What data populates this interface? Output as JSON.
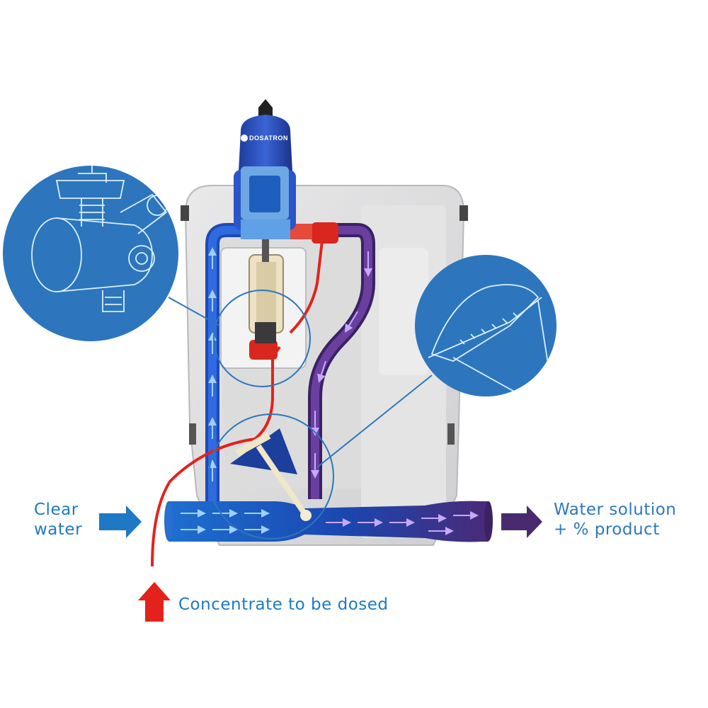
{
  "labels": {
    "inlet_line1": "Clear",
    "inlet_line2": "water",
    "outlet_line1": "Water solution",
    "outlet_line2": "+ % product",
    "concentrate": "Concentrate to be dosed"
  },
  "brand": {
    "logo_text": "DOSATRON"
  },
  "colors": {
    "clear_water": "#1f78c4",
    "concentrate": "#e3221b",
    "solution": "#4a2a6e",
    "callout": "#2d76bd",
    "housing": "#d9d9da"
  }
}
